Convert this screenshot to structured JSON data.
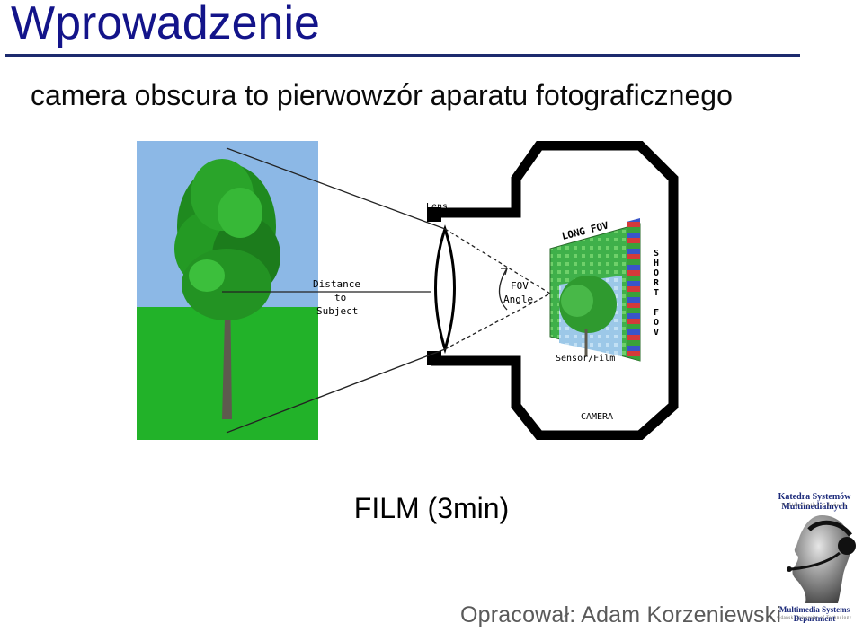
{
  "slide": {
    "title": "Wprowadzenie",
    "subtitle": "camera obscura to pierwowzór aparatu fotograficznego",
    "film": "FILM (3min)",
    "author": "Opracował: Adam Korzeniewski"
  },
  "diagram": {
    "lens": "Lens",
    "distance_line1": "Distance",
    "distance_line2": "to",
    "distance_line3": "Subject",
    "fov_line1": "FOV",
    "fov_line2": "Angle",
    "long_fov": "LONG FOV",
    "short_fov": "SHORT FOV",
    "sensor": "Sensor/Film",
    "camera": "CAMERA"
  },
  "logo": {
    "top_line": "Katedra Systemów Multimedialnych",
    "top_sub": "Politechnika Gdańska",
    "bottom_line": "Multimedia Systems Department",
    "bottom_sub": "Gdańsk University of Technology"
  }
}
